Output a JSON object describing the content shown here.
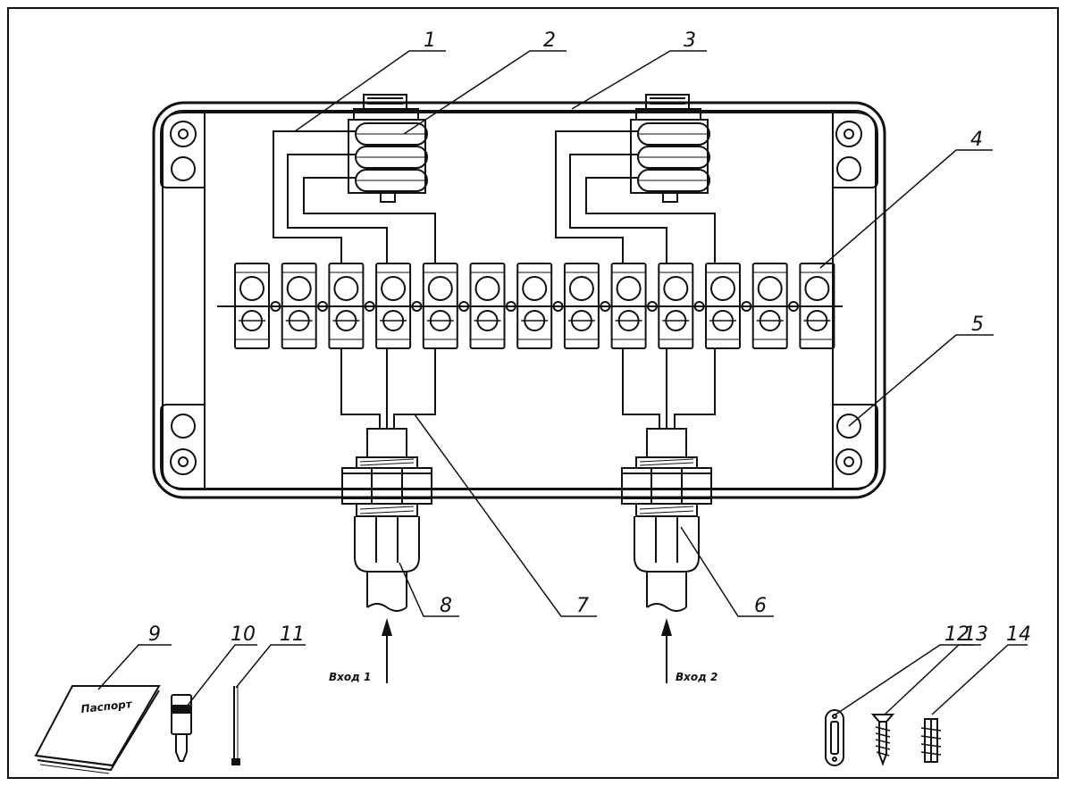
{
  "diagram": {
    "callouts": [
      {
        "id": "1",
        "text": "1"
      },
      {
        "id": "2",
        "text": "2"
      },
      {
        "id": "3",
        "text": "3"
      },
      {
        "id": "4",
        "text": "4"
      },
      {
        "id": "5",
        "text": "5"
      },
      {
        "id": "6",
        "text": "6"
      },
      {
        "id": "7",
        "text": "7"
      },
      {
        "id": "8",
        "text": "8"
      },
      {
        "id": "9",
        "text": "9"
      },
      {
        "id": "10",
        "text": "10"
      },
      {
        "id": "11",
        "text": "11"
      },
      {
        "id": "12",
        "text": "12"
      },
      {
        "id": "13",
        "text": "13"
      },
      {
        "id": "14",
        "text": "14"
      }
    ],
    "inputs": [
      {
        "label": "Вход 1"
      },
      {
        "label": "Вход 2"
      }
    ],
    "passport_label": "Паспорт",
    "terminal_count": 13,
    "colors": {
      "line": "#111111",
      "paper": "#ffffff"
    }
  }
}
